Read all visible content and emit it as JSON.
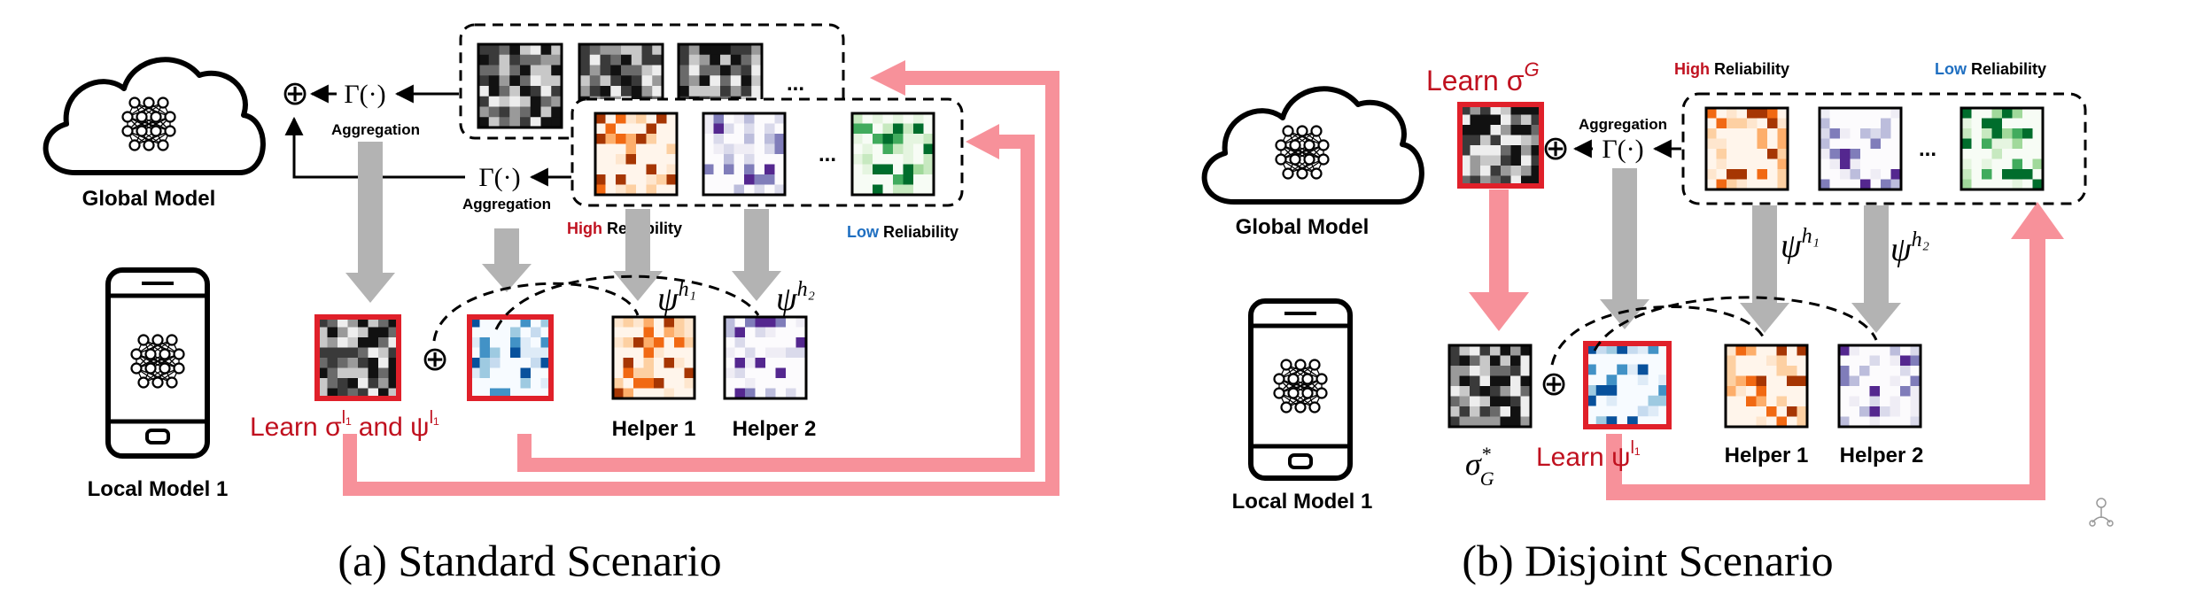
{
  "panel_a": {
    "caption": "(a) Standard Scenario",
    "global_model": "Global Model",
    "local_model": "Local Model 1",
    "aggregation_1": "Aggregation",
    "aggregation_2": "Aggregation",
    "gamma": "Γ(·)",
    "oplus": "⊕",
    "ellipsis": "...",
    "high": "High",
    "reliability": "Reliability",
    "low": "Low",
    "learn_prefix": "Learn σ",
    "learn_sup": "l₁",
    "learn_and": "and ψ",
    "learn_psi_sup": "l₁",
    "psi_h1": "ψ",
    "psi_h1_sup": "h₁",
    "psi_h2": "ψ",
    "psi_h2_sup": "h₂",
    "helper1": "Helper 1",
    "helper2": "Helper 2"
  },
  "panel_b": {
    "caption": "(b) Disjoint Scenario",
    "global_model": "Global Model",
    "local_model": "Local Model 1",
    "aggregation": "Aggregation",
    "gamma": "Γ(·)",
    "oplus": "⊕",
    "ellipsis": "...",
    "high": "High",
    "reliability": "Reliability",
    "low": "Low",
    "learn_sigma": "Learn σ",
    "learn_sigma_sup": "G",
    "sigma_star": "σ",
    "sigma_star_sup": "*",
    "sigma_star_sub": "G",
    "learn_psi": "Learn ψ",
    "learn_psi_sup": "l₁",
    "psi_h1": "ψ",
    "psi_h1_sup": "h₁",
    "psi_h2": "ψ",
    "psi_h2_sup": "h₂",
    "helper1": "Helper 1",
    "helper2": "Helper 2"
  },
  "colors": {
    "red_label": "#c0111f",
    "blue_label": "#1f6fc1",
    "pink_arrow": "#f7919a",
    "gray_arrow": "#b3b3b3",
    "red_frame": "#e0202a",
    "gray_palette": [
      "#111111",
      "#3a3a3a",
      "#6a6a6a",
      "#9a9a9a",
      "#c8c8c8",
      "#eeeeee"
    ],
    "orange_palette": [
      "#fff5eb",
      "#fee6ce",
      "#fdd0a2",
      "#fdae6b",
      "#f16913",
      "#a63603"
    ],
    "purple_palette": [
      "#fcfbfd",
      "#efedf5",
      "#dadaeb",
      "#bcbddc",
      "#807dba",
      "#54278f"
    ],
    "green_palette": [
      "#f7fcf5",
      "#e5f5e0",
      "#c7e9c0",
      "#a1d99b",
      "#41ab5d",
      "#006d2c"
    ],
    "blue_palette": [
      "#f7fbff",
      "#deebf7",
      "#c6dbef",
      "#9ecae1",
      "#4292c6",
      "#08519c"
    ]
  }
}
